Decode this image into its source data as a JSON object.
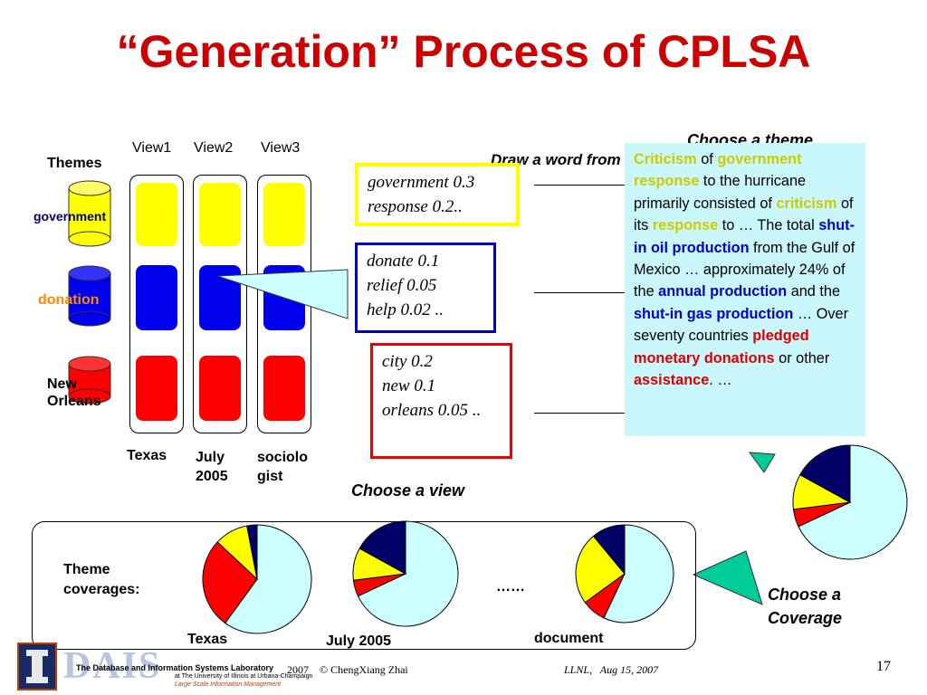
{
  "title": "“Generation” Process of CPLSA",
  "views": [
    "View1",
    "View2",
    "View3"
  ],
  "themes_label": "Themes",
  "themes": [
    "government",
    "donation",
    "New Orleans"
  ],
  "contexts": [
    "Texas",
    "July 2005",
    "sociolo gist"
  ],
  "colors": {
    "yellow": "#ffff00",
    "blue": "#0000ee",
    "red": "#ff0000",
    "navy": "#000066",
    "cyan": "#ccffff",
    "teal": "#00cc99",
    "title_red": "#cc0000"
  },
  "draw_word_label": "Draw a word from",
  "choose_theme": "Choose a theme",
  "choose_view": "Choose a view",
  "choose_coverage": "Choose a Coverage",
  "word_boxes": [
    {
      "lines": [
        "government 0.3",
        "response  0.2.."
      ]
    },
    {
      "lines": [
        "donate  0.1",
        "relief 0.05",
        "help 0.02 .."
      ]
    },
    {
      "lines": [
        "city 0.2",
        "new   0.1",
        "orleans 0.05 .."
      ]
    }
  ],
  "document_segments": [
    {
      "t": "Criticism",
      "s": "g"
    },
    {
      "t": " of ",
      "s": ""
    },
    {
      "t": "government response",
      "s": "g"
    },
    {
      "t": " to the hurricane primarily consisted of ",
      "s": ""
    },
    {
      "t": "criticism",
      "s": "g"
    },
    {
      "t": " of its ",
      "s": ""
    },
    {
      "t": "response",
      "s": "g"
    },
    {
      "t": " to … The total ",
      "s": ""
    },
    {
      "t": "shut-in oil production",
      "s": "bl"
    },
    {
      "t": " from the Gulf of Mexico … approximately 24% of the ",
      "s": ""
    },
    {
      "t": "annual production",
      "s": "bl"
    },
    {
      "t": " and the ",
      "s": ""
    },
    {
      "t": "shut-in gas production",
      "s": "bl"
    },
    {
      "t": " … Over seventy countries ",
      "s": ""
    },
    {
      "t": "pledged monetary donations",
      "s": "rd"
    },
    {
      "t": " or other ",
      "s": ""
    },
    {
      "t": "assistance",
      "s": "rd"
    },
    {
      "t": ". …",
      "s": ""
    }
  ],
  "coverage_label": "Theme coverages:",
  "ellipsis": "……",
  "pie_labels": [
    "Texas",
    "July 2005",
    "document"
  ],
  "chart_data": [
    {
      "type": "pie",
      "name": "Texas",
      "labels": [
        "cyan",
        "red",
        "yellow",
        "navy"
      ],
      "values": [
        0.6,
        0.27,
        0.1,
        0.03
      ]
    },
    {
      "type": "pie",
      "name": "July 2005",
      "labels": [
        "cyan",
        "red",
        "yellow",
        "navy"
      ],
      "values": [
        0.68,
        0.05,
        0.1,
        0.17
      ]
    },
    {
      "type": "pie",
      "name": "document",
      "labels": [
        "cyan",
        "red",
        "yellow",
        "navy"
      ],
      "values": [
        0.57,
        0.08,
        0.24,
        0.11
      ]
    },
    {
      "type": "pie",
      "name": "chosen coverage",
      "labels": [
        "cyan",
        "red",
        "yellow",
        "navy"
      ],
      "values": [
        0.68,
        0.05,
        0.1,
        0.17
      ]
    }
  ],
  "footer": {
    "logo_text": "DAIS",
    "lab_name": "The Database and Information Systems Laboratory",
    "lab_sub": "at The University of Illinois at Urbana-Champaign",
    "lab_sub2": "Large Scale Information Management",
    "year": "2007",
    "copyright": "© ChengXiang Zhai",
    "venue": "LLNL,   Aug 15, 2007",
    "page": "17"
  }
}
